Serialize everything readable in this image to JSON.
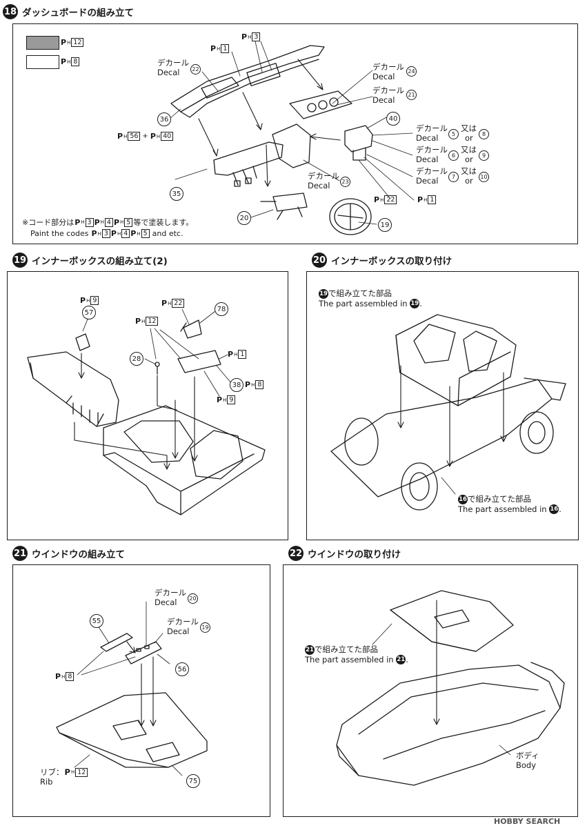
{
  "steps": {
    "s18": {
      "num": "18",
      "title": "ダッシュボードの組み立て"
    },
    "s19": {
      "num": "19",
      "title": "インナーボックスの組み立て(2)"
    },
    "s20": {
      "num": "20",
      "title": "インナーボックスの取り付け"
    },
    "s21": {
      "num": "21",
      "title": "ウインドウの組み立て"
    },
    "s22": {
      "num": "22",
      "title": "ウインドウの取り付け"
    }
  },
  "ph_prefix": "P",
  "ph_sub": "H",
  "legend": {
    "dark_code": "12",
    "light_code": "8",
    "dark_color": "#9a9a9a",
    "light_color": "#ffffff"
  },
  "p18": {
    "decal_jp": "デカール",
    "decal_en": "Decal",
    "or_jp": "又は",
    "or_en": "or",
    "plus": "+",
    "ph3": "3",
    "ph1a": "1",
    "ph56": "56",
    "ph40": "40",
    "ph22": "22",
    "ph1b": "1",
    "d22": "22",
    "d24": "24",
    "d21": "21",
    "d23": "23",
    "d5": "5",
    "d8": "8",
    "d6": "6",
    "d9": "9",
    "d7": "7",
    "d10": "10",
    "c36": "36",
    "c35": "35",
    "c40": "40",
    "c20": "20",
    "c19": "19",
    "note_jp_a": "※コード部分は",
    "note_jp_b": "等で塗装します。",
    "note_en_a": "Paint the codes",
    "note_en_b": "and etc.",
    "n3": "3",
    "n4": "4",
    "n5": "5"
  },
  "p19": {
    "ph9a": "9",
    "ph22": "22",
    "ph12": "12",
    "ph1": "1",
    "ph8": "8",
    "ph9b": "9",
    "c57": "57",
    "c78": "78",
    "c28": "28",
    "c38": "38"
  },
  "p20": {
    "n19": "19",
    "asm_jp": "で組み立てた部品",
    "asm_en": "The part assembled in",
    "n16": "16",
    "dot": "."
  },
  "p21": {
    "decal_jp": "デカール",
    "decal_en": "Decal",
    "d20": "20",
    "d19": "19",
    "c55": "55",
    "c56": "56",
    "c75": "75",
    "ph8": "8",
    "rib_jp": "リブ：",
    "rib_en": "Rib",
    "ph12": "12"
  },
  "p22": {
    "n21": "21",
    "asm_jp": "で組み立てた部品",
    "asm_en": "The part assembled in",
    "dot": ".",
    "body_jp": "ボディ",
    "body_en": "Body"
  },
  "watermark": "HOBBY SEARCH"
}
